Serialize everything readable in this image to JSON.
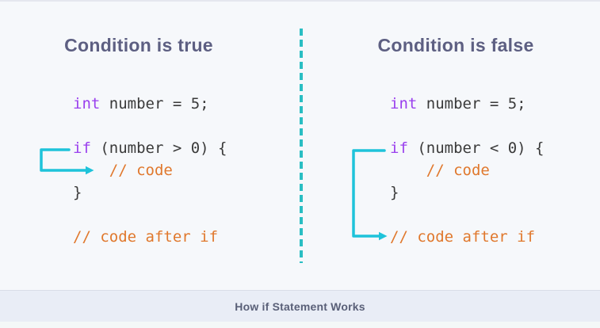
{
  "colors": {
    "background": "#f6f8fb",
    "heading": "#5d5f82",
    "code_plain": "#3a3a3a",
    "keyword": "#9a40ee",
    "comment": "#e0782d",
    "arrow": "#1ec3da",
    "divider": "#2abec3",
    "footer_bg": "#e9edf6",
    "footer_text": "#5a6078"
  },
  "footer": {
    "caption": "How if Statement Works"
  },
  "panels": [
    {
      "title": "Condition is true",
      "code_lines": [
        [
          {
            "text": "int",
            "type": "keyword"
          },
          {
            "text": " number = 5;",
            "type": "plain"
          }
        ],
        [],
        [
          {
            "text": "if",
            "type": "keyword"
          },
          {
            "text": " (number > 0) {",
            "type": "plain"
          }
        ],
        [
          {
            "text": "    ",
            "type": "plain"
          },
          {
            "text": "// code",
            "type": "comment"
          }
        ],
        [
          {
            "text": "}",
            "type": "plain"
          }
        ],
        [],
        [
          {
            "text": "// code after if",
            "type": "comment"
          }
        ]
      ],
      "arrow": {
        "from": "if (number > 0) {",
        "to": "// code"
      }
    },
    {
      "title": "Condition is false",
      "code_lines": [
        [
          {
            "text": "int",
            "type": "keyword"
          },
          {
            "text": " number = 5;",
            "type": "plain"
          }
        ],
        [],
        [
          {
            "text": "if",
            "type": "keyword"
          },
          {
            "text": " (number < 0) {",
            "type": "plain"
          }
        ],
        [
          {
            "text": "    ",
            "type": "plain"
          },
          {
            "text": "// code",
            "type": "comment"
          }
        ],
        [
          {
            "text": "}",
            "type": "plain"
          }
        ],
        [],
        [
          {
            "text": "// code after if",
            "type": "comment"
          }
        ]
      ],
      "arrow": {
        "from": "if (number < 0) {",
        "to": "// code after if"
      }
    }
  ]
}
